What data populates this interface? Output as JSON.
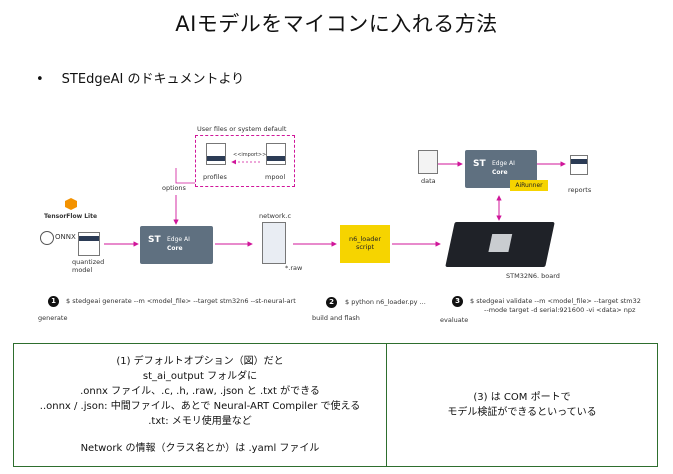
{
  "title": "AIモデルをマイコンに入れる方法",
  "bullet": "STEdgeAI のドキュメントより",
  "diagram": {
    "user_files_label": "User files or system default",
    "import_label": "<<import>>",
    "profiles_label": "profiles",
    "mpool_label": "mpool",
    "options_label": "options",
    "tensorflow_label": "TensorFlow Lite",
    "onnx_label": "ONNX",
    "quantized_label": "quantized",
    "model_label": "model",
    "st_logo": "ST",
    "edge_ai_label": "Edge AI",
    "core_label": "Core",
    "network_c_label": "network.c",
    "raw_label": "*.raw",
    "n6_loader_line1": "n6_loader",
    "n6_loader_line2": "script",
    "data_label": "data",
    "airunner_label": "AiRunner",
    "reports_label": "reports",
    "board_label": "STM32N6. board",
    "step1_num": "1",
    "step1_cmd": "$ stedgeai generate --m <model_file> --target stm32n6 --st-neural-art",
    "step1_caption": "generate",
    "step2_num": "2",
    "step2_cmd": "$ python n6_loader.py ...",
    "step2_caption": "build and flash",
    "step3_num": "3",
    "step3_cmd1": "$ stedgeai validate --m <model_file> --target stm32",
    "step3_cmd2": "--mode target  -d serial:921600 -vi <data> npz",
    "step3_caption": "evaluate",
    "icon_names": [
      "tensorflow-logo",
      "onnx-logo",
      "file-icon",
      "chip-board-icon"
    ],
    "colors": {
      "accent": "#d0169a",
      "core": "#5f7080",
      "script": "#f6d400",
      "table_border": "#2e6e2e"
    }
  },
  "table": {
    "left_lines": [
      "(1) デフォルトオプション（図）だと",
      "st_ai_output フォルダに",
      ".onnx ファイル、.c, .h, .raw, .json と .txt ができる",
      "..onnx / .json: 中間ファイル、あとで Neural-ART Compiler で使える",
      ".txt: メモリ使用量など",
      "",
      "Network の情報（クラス名とか）は .yaml ファイル"
    ],
    "right_lines": [
      "(3) は COM ポートで",
      "モデル検証ができるといっている"
    ]
  }
}
